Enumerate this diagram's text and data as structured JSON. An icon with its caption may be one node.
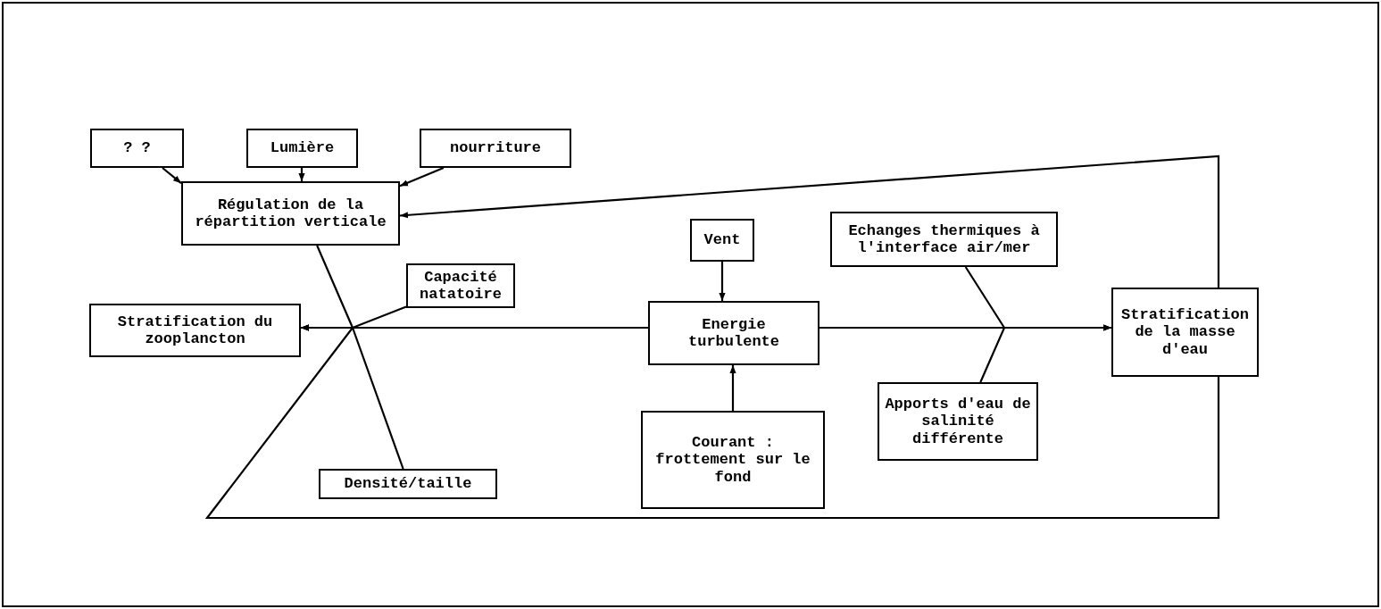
{
  "diagram": {
    "nodes": [
      {
        "text": [
          "? ?"
        ]
      },
      {
        "text": [
          "Lumière"
        ]
      },
      {
        "text": [
          "nourriture"
        ]
      },
      {
        "text": [
          "Régulation de la répartition verticale"
        ]
      },
      {
        "text": [
          "Capacité natatoire"
        ]
      },
      {
        "text": [
          "Stratification du zooplancton"
        ]
      },
      {
        "text": [
          "Vent"
        ]
      },
      {
        "text": [
          "Energie turbulente"
        ]
      },
      {
        "text": [
          "Echanges thermiques à l'interface air/mer"
        ]
      },
      {
        "text": [
          "Stratification de la masse d'eau"
        ]
      },
      {
        "text": [
          "Densité/taille"
        ]
      },
      {
        "text": [
          "Courant : frottement sur le fond"
        ]
      },
      {
        "text": [
          "Apports d'eau de salinité différente"
        ]
      }
    ],
    "edges": [
      {
        "from": 0,
        "to": 3,
        "arrow": "to"
      },
      {
        "from": 1,
        "to": 3,
        "arrow": "to"
      },
      {
        "from": 2,
        "to": 3,
        "arrow": "to"
      },
      {
        "from": 9,
        "to": 3,
        "arrow": "to"
      },
      {
        "from": 3,
        "to": 5,
        "arrow": "to"
      },
      {
        "from": 4,
        "to": 5,
        "arrow": "to"
      },
      {
        "from": 10,
        "to": 5,
        "arrow": "to"
      },
      {
        "from": 9,
        "to": 5,
        "arrow": "to"
      },
      {
        "from": 7,
        "to": 5,
        "arrow": "to"
      },
      {
        "from": 6,
        "to": 7,
        "arrow": "to"
      },
      {
        "from": 11,
        "to": 7,
        "arrow": "to"
      },
      {
        "from": 7,
        "to": 9,
        "arrow": "to"
      },
      {
        "from": 8,
        "to": 9,
        "arrow": "to"
      },
      {
        "from": 12,
        "to": 9,
        "arrow": "to"
      }
    ]
  }
}
